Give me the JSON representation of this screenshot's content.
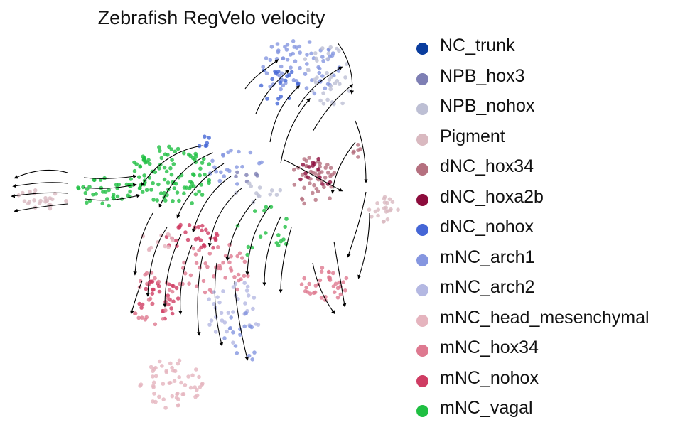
{
  "chart_data": {
    "type": "scatter",
    "title": "Zebrafish RegVelo velocity",
    "xlabel": "",
    "ylabel": "",
    "grid": false,
    "axes_visible": false,
    "legend_position": "right",
    "overlay": "velocity streamlines with arrowheads",
    "series": [
      {
        "name": "NC_trunk",
        "color": "#0a3d9e"
      },
      {
        "name": "NPB_hox3",
        "color": "#7e7fb4"
      },
      {
        "name": "NPB_nohox",
        "color": "#bdbfd4"
      },
      {
        "name": "Pigment",
        "color": "#d9b9c0"
      },
      {
        "name": "dNC_hox34",
        "color": "#b5707f"
      },
      {
        "name": "dNC_hoxa2b",
        "color": "#8c0c3c"
      },
      {
        "name": "dNC_nohox",
        "color": "#4566d6"
      },
      {
        "name": "mNC_arch1",
        "color": "#8596e0"
      },
      {
        "name": "mNC_arch2",
        "color": "#b4b8e2"
      },
      {
        "name": "mNC_head_mesenchymal",
        "color": "#e5b4be"
      },
      {
        "name": "mNC_hox34",
        "color": "#de7990"
      },
      {
        "name": "mNC_nohox",
        "color": "#cf3c63"
      },
      {
        "name": "mNC_vagal",
        "color": "#1fbf42"
      }
    ]
  }
}
